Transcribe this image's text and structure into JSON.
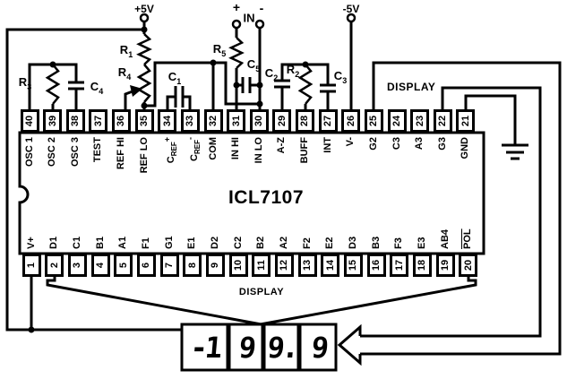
{
  "terminals": {
    "plus5v": "+5V",
    "minus5v": "-5V",
    "in_plus": "+",
    "in_minus": "-",
    "in": "IN"
  },
  "components": {
    "r1": {
      "main": "R",
      "sub": "1"
    },
    "r4": {
      "main": "R",
      "sub": "4"
    },
    "r3": {
      "main": "R",
      "sub": "3"
    },
    "c4": {
      "main": "C",
      "sub": "4"
    },
    "c1": {
      "main": "C",
      "sub": "1"
    },
    "r5": {
      "main": "R",
      "sub": "5"
    },
    "c5": {
      "main": "C",
      "sub": "5"
    },
    "c2": {
      "main": "C",
      "sub": "2"
    },
    "r2": {
      "main": "R",
      "sub": "2"
    },
    "c3": {
      "main": "C",
      "sub": "3"
    }
  },
  "chip": {
    "title": "ICL7107",
    "top_pins": [
      {
        "num": "40",
        "label": "OSC 1"
      },
      {
        "num": "39",
        "label": "OSC 2"
      },
      {
        "num": "38",
        "label": "OSC 3"
      },
      {
        "num": "37",
        "label": "TEST"
      },
      {
        "num": "36",
        "label": "REF HI"
      },
      {
        "num": "35",
        "label": "REF LO"
      },
      {
        "num": "34",
        "label": {
          "main": "C",
          "sub": "REF",
          "sup": "+"
        }
      },
      {
        "num": "33",
        "label": {
          "main": "C",
          "sub": "REF",
          "sup": "-"
        }
      },
      {
        "num": "32",
        "label": "COM"
      },
      {
        "num": "31",
        "label": "IN HI"
      },
      {
        "num": "30",
        "label": "IN LO"
      },
      {
        "num": "29",
        "label": "A-Z"
      },
      {
        "num": "28",
        "label": "BUFF"
      },
      {
        "num": "27",
        "label": "INT"
      },
      {
        "num": "26",
        "label": "V-"
      },
      {
        "num": "25",
        "label": "G2"
      },
      {
        "num": "24",
        "label": "C3"
      },
      {
        "num": "23",
        "label": "A3"
      },
      {
        "num": "22",
        "label": "G3"
      },
      {
        "num": "21",
        "label": "GND"
      }
    ],
    "bottom_pins": [
      {
        "num": "1",
        "label": "V+"
      },
      {
        "num": "2",
        "label": "D1"
      },
      {
        "num": "3",
        "label": "C1"
      },
      {
        "num": "4",
        "label": "B1"
      },
      {
        "num": "5",
        "label": "A1"
      },
      {
        "num": "6",
        "label": "F1"
      },
      {
        "num": "7",
        "label": "G1"
      },
      {
        "num": "8",
        "label": "E1"
      },
      {
        "num": "9",
        "label": "D2"
      },
      {
        "num": "10",
        "label": "C2"
      },
      {
        "num": "11",
        "label": "B2"
      },
      {
        "num": "12",
        "label": "A2"
      },
      {
        "num": "13",
        "label": "F2"
      },
      {
        "num": "14",
        "label": "E2"
      },
      {
        "num": "15",
        "label": "D3"
      },
      {
        "num": "16",
        "label": "B3"
      },
      {
        "num": "17",
        "label": "F3"
      },
      {
        "num": "18",
        "label": "E3"
      },
      {
        "num": "19",
        "label": "AB4"
      },
      {
        "num": "20",
        "label": {
          "text": "POL",
          "overline": true
        }
      }
    ]
  },
  "display": {
    "label_top": "DISPLAY",
    "label_bottom": "DISPLAY",
    "value": "-199.9",
    "digits": {
      "d1": "-1",
      "d2": "9",
      "d3": "9.",
      "d4": "9"
    }
  },
  "colors": {
    "line": "#000000",
    "background": "#ffffff"
  }
}
